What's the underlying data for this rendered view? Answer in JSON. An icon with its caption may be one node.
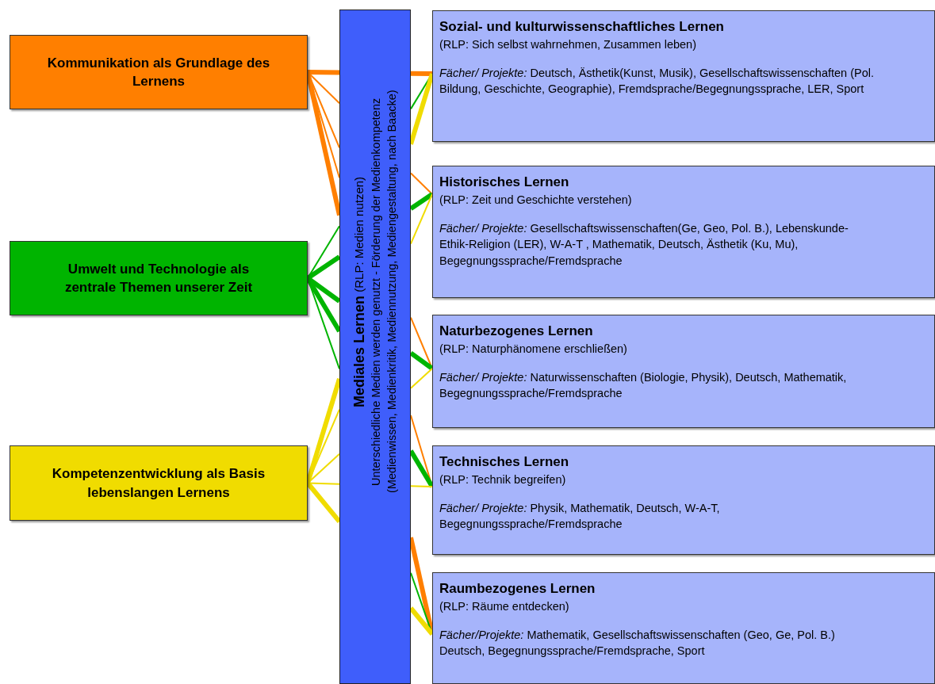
{
  "diagram": {
    "nodes": [
      {
        "text": [
          "Kommunikation als Grundlage des Lernens"
        ]
      },
      {
        "text": [
          "Umwelt und Technologie als zentrale Themen unserer Zeit"
        ]
      },
      {
        "text": [
          "Kompetenzentwicklung als Basis lebenslangen Lernens"
        ]
      },
      {
        "text": [
          "**Mediales Lernen** (RLP: Medien nutzen)",
          "Unterschiedliche Medien werden genutzt - Förderung der Medienkompetenz (Medienwissen, Medienkritik, Mediennutzung, Mediengestaltung, nach Baacke)"
        ]
      },
      {
        "text": [
          "Sozial- und kulturwissenschaftliches Lernen",
          "(RLP: Sich selbst wahrnehmen, Zusammen leben)",
          "*Fächer/ Projekte:* Deutsch, Ästhetik(Kunst, Musik), Gesellschaftswissenschaften (Pol. Bildung, Geschichte, Geographie), Fremdsprache/Begegnungssprache, LER, Sport"
        ]
      },
      {
        "text": [
          "Historisches Lernen",
          "(RLP: Zeit und Geschichte verstehen)",
          "*Fächer/ Projekte:* Gesellschaftswissenschaften(Ge, Geo, Pol. B.), Lebenskunde-Ethik-Religion (LER), W-A-T , Mathematik, Deutsch, Ästhetik (Ku, Mu), Begegnungssprache/Fremdsprache"
        ]
      },
      {
        "text": [
          "Naturbezogenes Lernen",
          "(RLP: Naturphänomene erschließen)",
          "*Fächer/ Projekte:* Naturwissenschaften (Biologie, Physik), Deutsch, Mathematik, Begegnungssprache/Fremdsprache"
        ]
      },
      {
        "text": [
          "Technisches Lernen",
          "(RLP: Technik begreifen)",
          "*Fächer/ Projekte:* Physik, Mathematik, Deutsch, W-A-T, Begegnungssprache/Fremdsprache"
        ]
      },
      {
        "text": [
          "Raumbezogenes Lernen",
          "(RLP: Räume entdecken)",
          "*Fächer/Projekte:* Mathematik, Gesellschaftswissenschaften (Geo, Ge, Pol. B.) Deutsch, Begegnungssprache/Fremdsprache, Sport"
        ]
      }
    ],
    "edges": [
      {
        "from": 0,
        "to": 3,
        "arrow": "none",
        "style": "thick",
        "color": "#ff7f00"
      },
      {
        "from": 0,
        "to": 3,
        "arrow": "none",
        "color": "#ff7f00"
      },
      {
        "from": 0,
        "to": 3,
        "arrow": "none",
        "color": "#ff7f00"
      },
      {
        "from": 0,
        "to": 3,
        "arrow": "none",
        "color": "#ff7f00"
      },
      {
        "from": 0,
        "to": 3,
        "arrow": "none",
        "style": "thick",
        "color": "#ff7f00"
      },
      {
        "from": 1,
        "to": 3,
        "arrow": "none",
        "color": "#00b400"
      },
      {
        "from": 1,
        "to": 3,
        "arrow": "none",
        "style": "thick",
        "color": "#00b400"
      },
      {
        "from": 1,
        "to": 3,
        "arrow": "none",
        "style": "thick",
        "color": "#00b400"
      },
      {
        "from": 1,
        "to": 3,
        "arrow": "none",
        "style": "thick",
        "color": "#00b400"
      },
      {
        "from": 1,
        "to": 3,
        "arrow": "none",
        "color": "#00b400"
      },
      {
        "from": 2,
        "to": 3,
        "arrow": "none",
        "style": "thick",
        "color": "#f0dc00"
      },
      {
        "from": 2,
        "to": 3,
        "arrow": "none",
        "color": "#f0dc00"
      },
      {
        "from": 2,
        "to": 3,
        "arrow": "none",
        "color": "#f0dc00"
      },
      {
        "from": 2,
        "to": 3,
        "arrow": "none",
        "color": "#f0dc00"
      },
      {
        "from": 2,
        "to": 3,
        "arrow": "none",
        "style": "thick",
        "color": "#f0dc00"
      },
      {
        "from": 3,
        "to": 4,
        "arrow": "none",
        "style": "thick",
        "color": "#ff7f00"
      },
      {
        "from": 3,
        "to": 5,
        "arrow": "none",
        "color": "#ff7f00"
      },
      {
        "from": 3,
        "to": 6,
        "arrow": "none",
        "color": "#ff7f00"
      },
      {
        "from": 3,
        "to": 7,
        "arrow": "none",
        "color": "#ff7f00"
      },
      {
        "from": 3,
        "to": 8,
        "arrow": "none",
        "style": "thick",
        "color": "#ff7f00"
      },
      {
        "from": 3,
        "to": 4,
        "arrow": "none",
        "color": "#00b400"
      },
      {
        "from": 3,
        "to": 5,
        "arrow": "none",
        "style": "thick",
        "color": "#00b400"
      },
      {
        "from": 3,
        "to": 6,
        "arrow": "none",
        "style": "thick",
        "color": "#00b400"
      },
      {
        "from": 3,
        "to": 7,
        "arrow": "none",
        "style": "thick",
        "color": "#00b400"
      },
      {
        "from": 3,
        "to": 8,
        "arrow": "none",
        "color": "#00b400"
      },
      {
        "from": 3,
        "to": 4,
        "arrow": "none",
        "style": "thick",
        "color": "#f0dc00"
      },
      {
        "from": 3,
        "to": 5,
        "arrow": "none",
        "color": "#f0dc00"
      },
      {
        "from": 3,
        "to": 6,
        "arrow": "none",
        "color": "#f0dc00"
      },
      {
        "from": 3,
        "to": 7,
        "arrow": "none",
        "color": "#f0dc00"
      },
      {
        "from": 3,
        "to": 8,
        "arrow": "none",
        "style": "thick",
        "color": "#f0dc00"
      }
    ]
  }
}
